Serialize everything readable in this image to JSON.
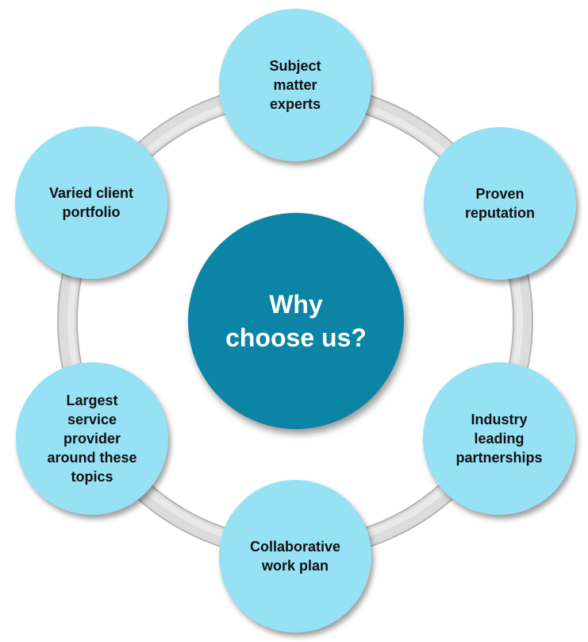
{
  "center": {
    "label": "Why\nchoose us?"
  },
  "nodes": [
    {
      "id": "subject-matter-experts",
      "label": "Subject\nmatter\nexperts"
    },
    {
      "id": "proven-reputation",
      "label": "Proven\nreputation"
    },
    {
      "id": "industry-leading-partnerships",
      "label": "Industry\nleading\npartnerships"
    },
    {
      "id": "collaborative-work-plan",
      "label": "Collaborative\nwork plan"
    },
    {
      "id": "largest-service-provider",
      "label": "Largest\nservice\nprovider\naround these\ntopics"
    },
    {
      "id": "varied-client-portfolio",
      "label": "Varied client\nportfolio"
    }
  ],
  "colors": {
    "outer_fill": "#97e1f5",
    "center_fill": "#0b84a5",
    "ring_stroke": "#d9d9d9",
    "ring_edge": "#b8b8b8"
  }
}
